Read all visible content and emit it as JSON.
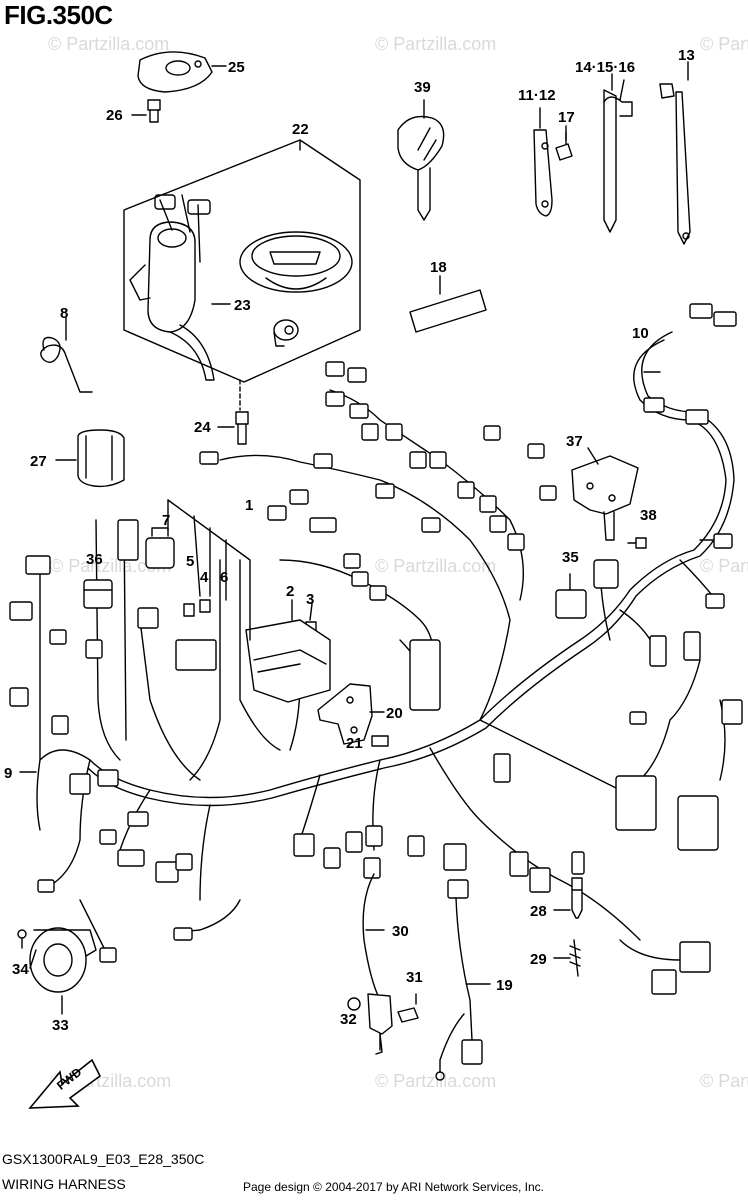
{
  "figure_title": "FIG.350C",
  "watermark_text": "© Partzilla.com",
  "footer": {
    "diagram_code": "GSX1300RAL9_E03_E28_350C",
    "diagram_name": "WIRING HARNESS",
    "copyright": "Page design © 2004-2017 by ARI Network Services, Inc."
  },
  "fwd_label": "FWD",
  "callouts": {
    "c1": "1",
    "c2": "2",
    "c3": "3",
    "c4": "4",
    "c5": "5",
    "c6": "6",
    "c7": "7",
    "c8": "8",
    "c9": "9",
    "c10": "10",
    "c11_12": "11·12",
    "c13": "13",
    "c14_15_16": "14·15·16",
    "c17": "17",
    "c18": "18",
    "c19": "19",
    "c20": "20",
    "c21": "21",
    "c22": "22",
    "c23": "23",
    "c24": "24",
    "c25": "25",
    "c26": "26",
    "c27": "27",
    "c28": "28",
    "c29": "29",
    "c30": "30",
    "c31": "31",
    "c32": "32",
    "c33": "33",
    "c34": "34",
    "c35": "35",
    "c36": "36",
    "c37": "37",
    "c38": "38",
    "c39": "39"
  },
  "colors": {
    "line": "#000000",
    "watermark": "#d9d9d9",
    "background": "#ffffff"
  }
}
